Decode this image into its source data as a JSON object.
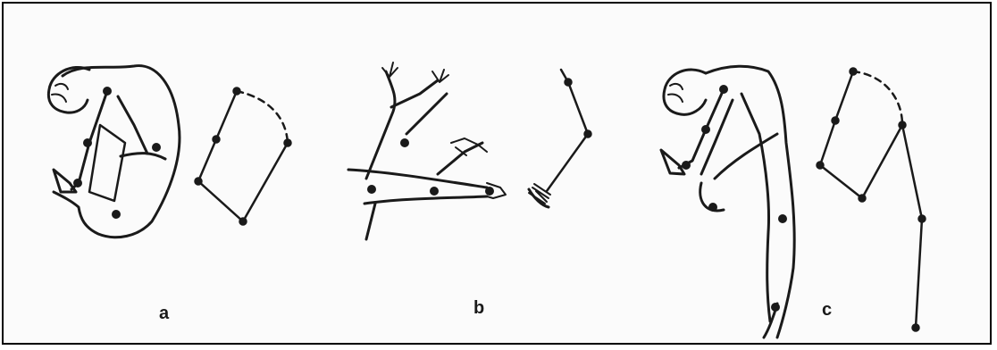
{
  "panels": [
    {
      "id": "a",
      "label": "a"
    },
    {
      "id": "b",
      "label": "b"
    },
    {
      "id": "c",
      "label": "c"
    }
  ],
  "colors": {
    "ink": "#1a1a1a",
    "frame": "#000000",
    "background": "#fbfbfb"
  }
}
